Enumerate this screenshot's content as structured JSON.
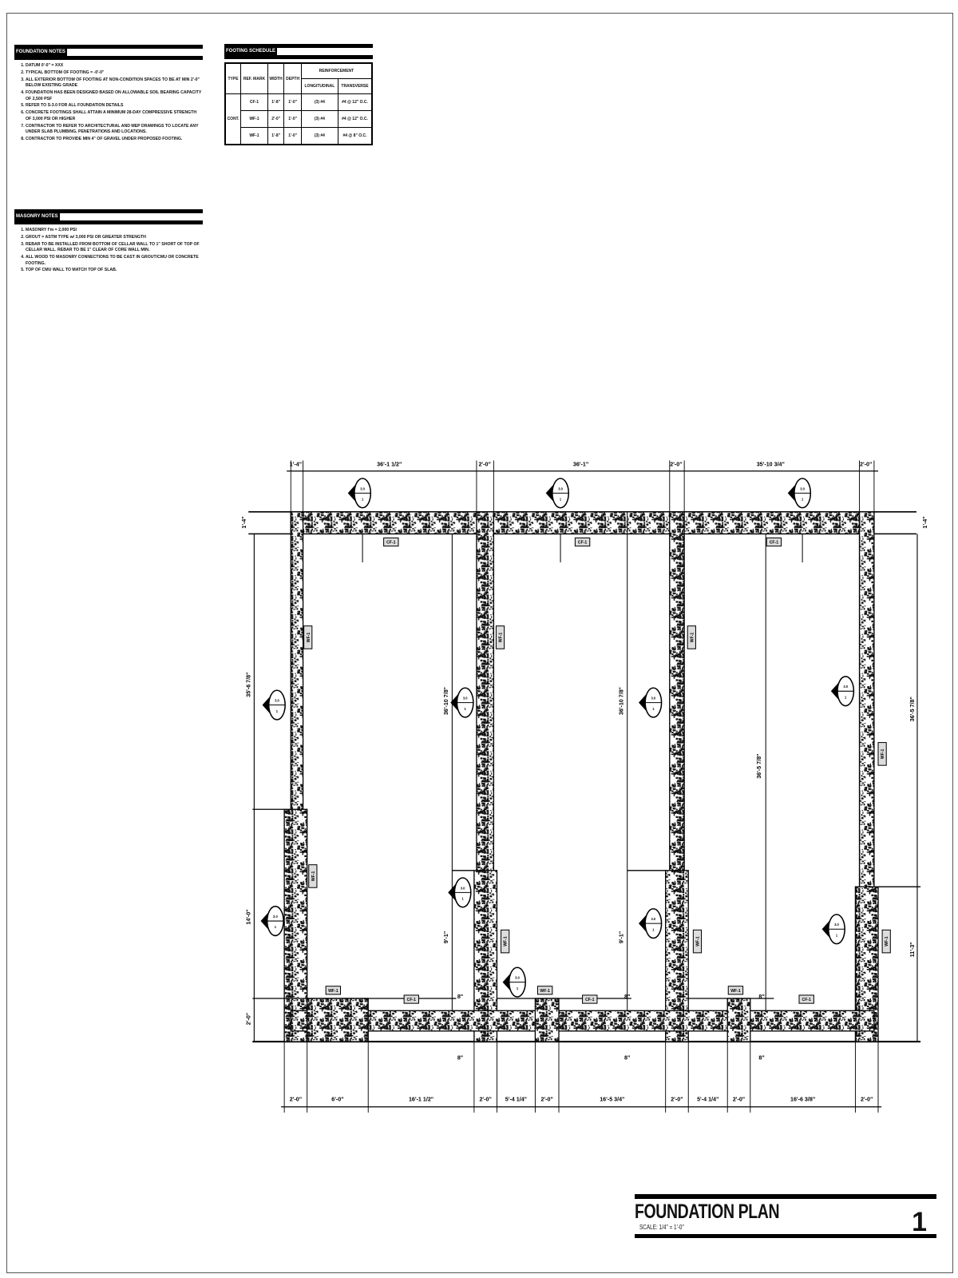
{
  "foundation_notes": {
    "heading": "FOUNDATION NOTES",
    "items": [
      "DATUM 0'-0\" = XXX",
      "TYPICAL BOTTOM OF FOOTING = -0'-0\"",
      "ALL EXTERIOR BOTTOM OF FOOTING AT NON-CONDITION SPACES TO BE AT MIN 2'-0\" BELOW EXISTING GRADE",
      "FOUNDATION HAS BEEN DESIGNED BASED ON ALLOWABLE SOIL BEARING CAPACITY OF 2,500 PSF",
      "REFER TO S-3.0 FOR ALL FOUNDATION DETAILS",
      "CONCRETE FOOTINGS SHALL ATTAIN A MINIMUM 28-DAY COMPRESSIVE STRENGTH OF 3,000 PSI OR HIGHER",
      "CONTRACTOR TO REFER TO ARCHITECTURAL AND MEP DRAWINGS TO LOCATE ANY UNDER SLAB PLUMBING, PENETRATIONS AND LOCATIONS.",
      "CONTRACTOR TO PROVIDE MIN 4\" OF GRAVEL UNDER PROPOSED FOOTING."
    ]
  },
  "masonry_notes": {
    "heading": "MASONRY NOTES",
    "items": [
      "MASONRY f'm = 2,000 PSI",
      "GROUT = ASTM TYPE w/ 3,000 PSI OR GREATER STRENGTH",
      "REBAR TO BE INSTALLED FROM BOTTOM OF CELLAR WALL TO 1\" SHORT OF TOP OF CELLAR WALL. REBAR TO BE 1\" CLEAR OF CORE WALL MIN.",
      "ALL WOOD TO MASONRY CONNECTIONS TO BE CAST IN GROUT/CMU OR CONCRETE FOOTING.",
      "TOP OF CMU WALL TO MATCH TOP OF SLAB."
    ]
  },
  "footing_schedule": {
    "heading": "FOOTING SCHEDULE",
    "headers": {
      "type": "TYPE",
      "ref_mark": "REF. MARK",
      "width": "WIDTH",
      "depth": "DEPTH",
      "reinforcement": "REINFORCEMENT",
      "longitudinal": "LONGITUDINAL",
      "transverse": "TRANSVERSE"
    },
    "type_value": "CONT.",
    "rows": [
      {
        "mark": "CF-1",
        "width": "1'-8\"",
        "depth": "1'-0\"",
        "long": "(3) #4",
        "trans": "#4 @ 12\" O.C."
      },
      {
        "mark": "WF-1",
        "width": "2'-0\"",
        "depth": "1'-0\"",
        "long": "(3) #4",
        "trans": "#4 @ 12\" O.C."
      },
      {
        "mark": "WF-1",
        "width": "1'-8\"",
        "depth": "1'-0\"",
        "long": "(3) #4",
        "trans": "#4 @ 8\" O.C."
      }
    ]
  },
  "plan": {
    "top_dims": [
      "1'-4\"",
      "36'-1 1/2\"",
      "2'-0\"",
      "36'-1\"",
      "2'-0\"",
      "35'-10 3/4\"",
      "2'-0\""
    ],
    "bottom_dims": [
      "2'-0\"",
      "6'-0\"",
      "16'-1 1/2\"",
      "2'-0\"",
      "5'-4 1/4\"",
      "2'-0\"",
      "16'-5 3/4\"",
      "2'-0\"",
      "5'-4 1/4\"",
      "2'-0\"",
      "16'-6 3/8\"",
      "2'-0\""
    ],
    "wall_thickness_dim": "1'-4\"",
    "bottom_wall_dim": "8\"",
    "left_dims": [
      "35'-6 7/8\"",
      "14'-0\"",
      "2'-0\""
    ],
    "interior_dims": [
      "36'-10 7/8\"",
      "9'-1\"",
      "36'-10 7/8\"",
      "9'-1\"",
      "36'-5 7/8\""
    ],
    "right_dims": [
      "36'-5 7/8\"",
      "11'-3\""
    ],
    "section_marker": {
      "detail": "3.0",
      "number": "1"
    },
    "footing_tag": "CF-1",
    "wall_tag": "WF-1"
  },
  "title_block": {
    "title": "FOUNDATION PLAN",
    "scale": "SCALE: 1/4\" = 1'-0\"",
    "number": "1"
  }
}
